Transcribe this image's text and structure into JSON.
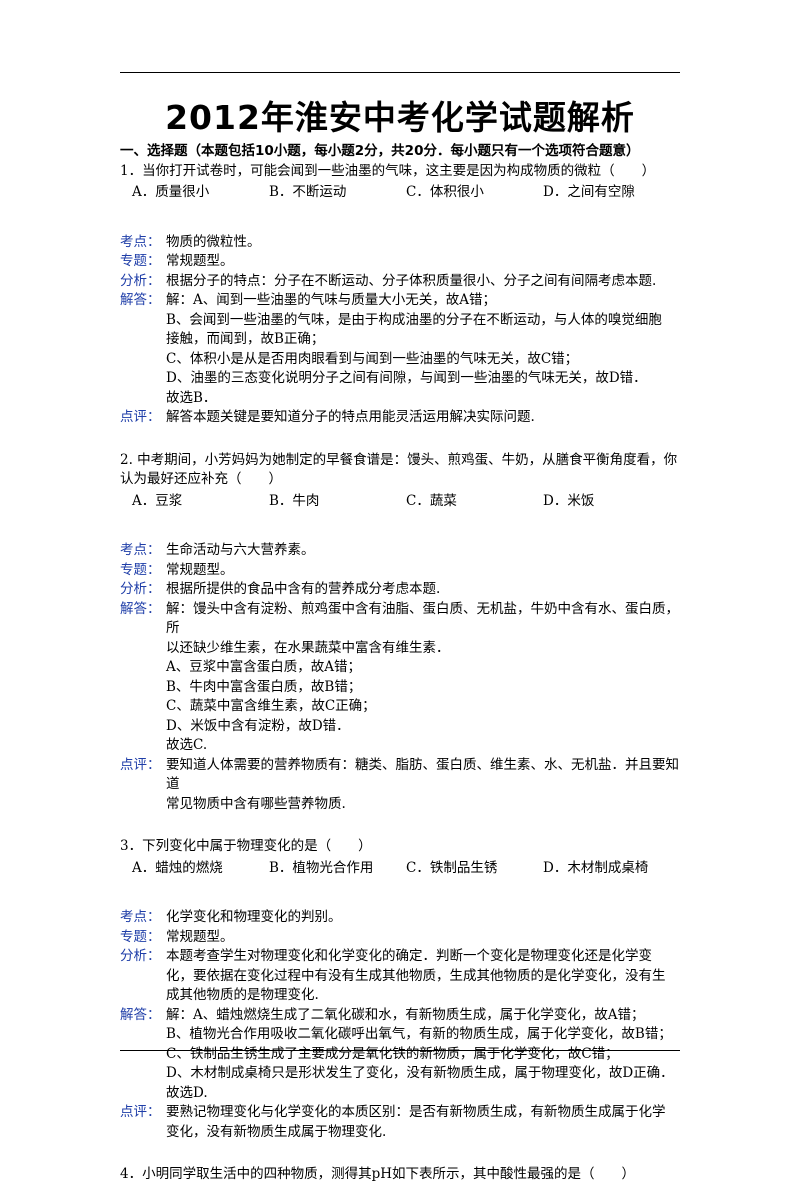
{
  "title": "2012年淮安中考化学试题解析",
  "section_header": "一、选择题（本题包括10小题，每小题2分，共20分．每小题只有一个选项符合题意）",
  "labels": {
    "kaodian": "考点：",
    "zhuanti": "专题：",
    "fenxi": "分析：",
    "jieda": "解答：",
    "dianping": "点评："
  },
  "questions": [
    {
      "stem": [
        "1．当你打开试卷时，可能会闻到一些油墨的气味，这主要是因为构成物质的微粒（　　）"
      ],
      "options": [
        "A．质量很小",
        "B．不断运动",
        "C．体积很小",
        "D．之间有空隙"
      ],
      "kaodian": [
        "物质的微粒性。"
      ],
      "zhuanti": [
        "常规题型。"
      ],
      "fenxi": [
        "根据分子的特点：分子在不断运动、分子体积质量很小、分子之间有间隔考虑本题."
      ],
      "jieda": [
        "解：A、闻到一些油墨的气味与质量大小无关，故A错；",
        "B、会闻到一些油墨的气味，是由于构成油墨的分子在不断运动，与人体的嗅觉细胞",
        "接触，而闻到，故B正确；",
        "C、体积小是从是否用肉眼看到与闻到一些油墨的气味无关，故C错；",
        "D、油墨的三态变化说明分子之间有间隙，与闻到一些油墨的气味无关，故D错．",
        "故选B．"
      ],
      "dianping": [
        "解答本题关键是要知道分子的特点用能灵活运用解决实际问题."
      ]
    },
    {
      "stem": [
        "2. 中考期间，小芳妈妈为她制定的早餐食谱是：馒头、煎鸡蛋、牛奶，从膳食平衡角度看，你",
        "认为最好还应补充（　　）"
      ],
      "options": [
        "A．豆浆",
        "B．牛肉",
        "C．蔬菜",
        "D．米饭"
      ],
      "kaodian": [
        "生命活动与六大营养素。"
      ],
      "zhuanti": [
        "常规题型。"
      ],
      "fenxi": [
        "根据所提供的食品中含有的营养成分考虑本题."
      ],
      "jieda": [
        "解：馒头中含有淀粉、煎鸡蛋中含有油脂、蛋白质、无机盐，牛奶中含有水、蛋白质，所",
        "以还缺少维生素，在水果蔬菜中富含有维生素．",
        "A、豆浆中富含蛋白质，故A错；",
        "B、牛肉中富含蛋白质，故B错；",
        "C、蔬菜中富含维生素，故C正确；",
        "D、米饭中含有淀粉，故D错．",
        "故选C."
      ],
      "dianping": [
        "要知道人体需要的营养物质有：糖类、脂肪、蛋白质、维生素、水、无机盐．并且要知道",
        "常见物质中含有哪些营养物质."
      ]
    },
    {
      "stem": [
        "3．下列变化中属于物理变化的是（　　）"
      ],
      "options": [
        "A．蜡烛的燃烧",
        "B．植物光合作用",
        "C．铁制品生锈",
        "D．木材制成桌椅"
      ],
      "kaodian": [
        "化学变化和物理变化的判别。"
      ],
      "zhuanti": [
        "常规题型。"
      ],
      "fenxi": [
        "本题考查学生对物理变化和化学变化的确定．判断一个变化是物理变化还是化学变",
        "化，要依据在变化过程中有没有生成其他物质，生成其他物质的是化学变化，没有生",
        "成其他物质的是物理变化."
      ],
      "jieda": [
        "解：A、蜡烛燃烧生成了二氧化碳和水，有新物质生成，属于化学变化，故A错；",
        "B、植物光合作用吸收二氧化碳呼出氧气，有新的物质生成，属于化学变化，故B错；",
        "C、铁制品生锈生成了主要成分是氧化铁的新物质，属于化学变化，故C错；",
        "D、木材制成桌椅只是形状发生了变化，没有新物质生成，属于物理变化，故D正确．",
        "故选D."
      ],
      "dianping": [
        "要熟记物理变化与化学变化的本质区别：是否有新物质生成，有新物质生成属于化学",
        "变化，没有新物质生成属于物理变化."
      ]
    }
  ],
  "question4_stem": "4．小明同学取生活中的四种物质，测得其pH如下表所示，其中酸性最强的是（　　）"
}
